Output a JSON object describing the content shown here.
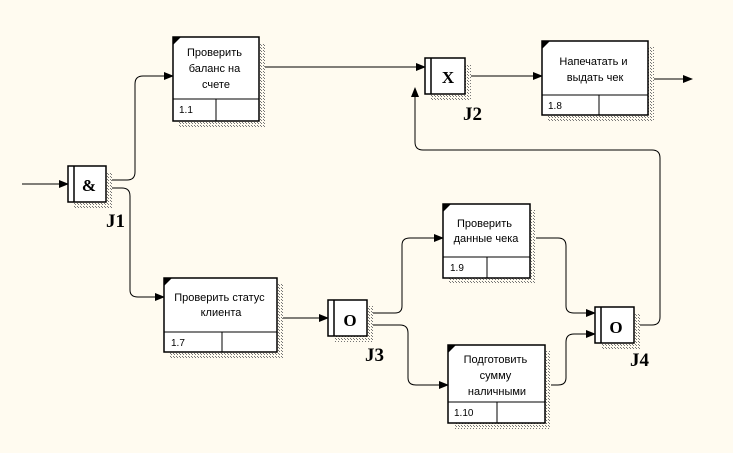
{
  "colors": {
    "background": "#fffbf0",
    "box_fill": "#ffffff",
    "stroke": "#000000",
    "shadow": "#9a9a9a"
  },
  "boxes": {
    "b1_1": {
      "lines": [
        "Проверить",
        "баланс на",
        "счете"
      ],
      "number": "1.1"
    },
    "b1_8": {
      "lines": [
        "Напечатать и",
        "выдать чек"
      ],
      "number": "1.8"
    },
    "b1_7": {
      "lines": [
        "Проверить статус",
        "клиента"
      ],
      "number": "1.7"
    },
    "b1_9": {
      "lines": [
        "Проверить",
        "данные чека"
      ],
      "number": "1.9"
    },
    "b1_10": {
      "lines": [
        "Подготовить",
        "сумму",
        "наличными"
      ],
      "number": "1.10"
    }
  },
  "junctions": {
    "j1": {
      "symbol": "&",
      "name": "J1"
    },
    "j2": {
      "symbol": "X",
      "name": "J2"
    },
    "j3": {
      "symbol": "O",
      "name": "J3"
    },
    "j4": {
      "symbol": "O",
      "name": "J4"
    }
  }
}
